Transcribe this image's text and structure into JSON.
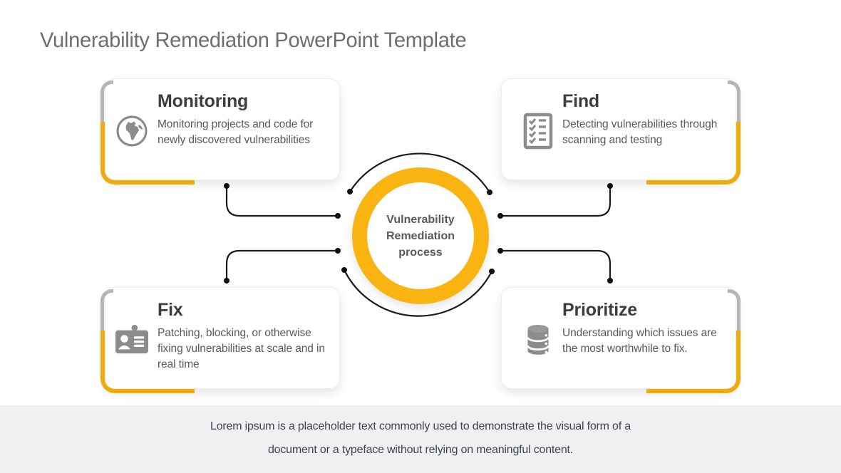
{
  "slide_title": "Vulnerability Remediation PowerPoint Template",
  "center": {
    "lines": [
      "Vulnerability",
      "Remediation",
      "process"
    ]
  },
  "cards": [
    {
      "id": "monitoring",
      "title": "Monitoring",
      "description": "Monitoring projects and code for newly discovered vulnerabilities",
      "icon": "globe-icon"
    },
    {
      "id": "find",
      "title": "Find",
      "description": "Detecting vulnerabilities through scanning and testing",
      "icon": "checklist-icon"
    },
    {
      "id": "fix",
      "title": "Fix",
      "description": "Patching, blocking, or otherwise fixing vulnerabilities at scale and in real time",
      "icon": "id-badge-icon"
    },
    {
      "id": "prioritize",
      "title": "Prioritize",
      "description": "Understanding which issues are the most worthwhile to fix.",
      "icon": "database-icon"
    }
  ],
  "footer": {
    "line1": "Lorem ipsum is a placeholder text commonly used to demonstrate the visual form of a",
    "line2": "document or a typeface without relying on meaningful content."
  },
  "colors": {
    "ring_gold": "#F9B411",
    "accent_gold": "#EFAC0C",
    "accent_gray": "#B6B6B6",
    "icon_gray": "#8C8C8C",
    "card_heading": "#3D3D3D",
    "body_text": "#595959",
    "title_text": "#6E6E6E",
    "footer_bg": "#F0EFF1",
    "footer_text": "#3E4551",
    "connector": "#1A1A1A"
  }
}
